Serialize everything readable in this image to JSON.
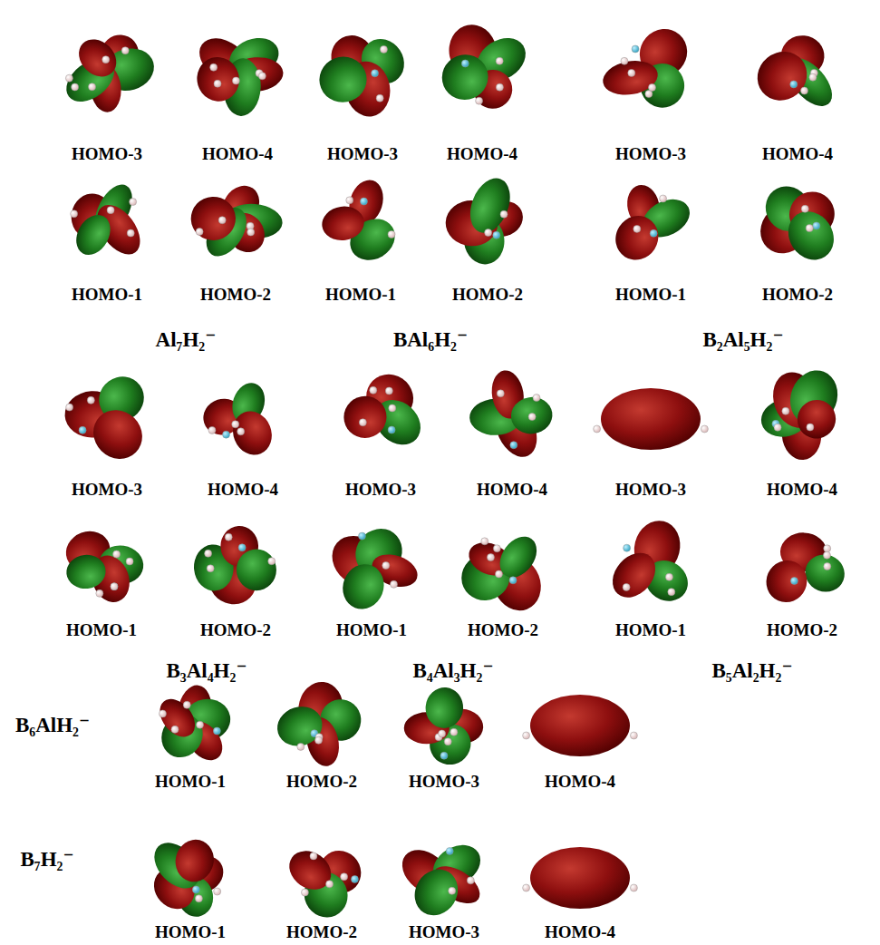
{
  "diagram": {
    "labels": [
      "HOMO-3",
      "HOMO-4",
      "HOMO-3",
      "HOMO-4",
      "HOMO-3",
      "HOMO-4",
      "HOMO-1",
      "HOMO-2",
      "HOMO-1",
      "HOMO-2",
      "HOMO-1",
      "HOMO-2",
      "Al₇H₂⁻",
      "BAl₆H₂⁻",
      "B₂Al₅H₂⁻",
      "HOMO-3",
      "HOMO-4",
      "HOMO-3",
      "HOMO-4",
      "HOMO-3",
      "HOMO-4",
      "HOMO-1",
      "HOMO-2",
      "HOMO-1",
      "HOMO-2",
      "HOMO-1",
      "HOMO-2",
      "B₃Al₄H₂⁻",
      "B₄Al₃H₂⁻",
      "B₅Al₂H₂⁻",
      "B₆AlH₂⁻",
      "HOMO-1",
      "HOMO-2",
      "HOMO-3",
      "HOMO-4",
      "B₇H₂⁻",
      "HOMO-1",
      "HOMO-2",
      "HOMO-3",
      "HOMO-4"
    ]
  }
}
